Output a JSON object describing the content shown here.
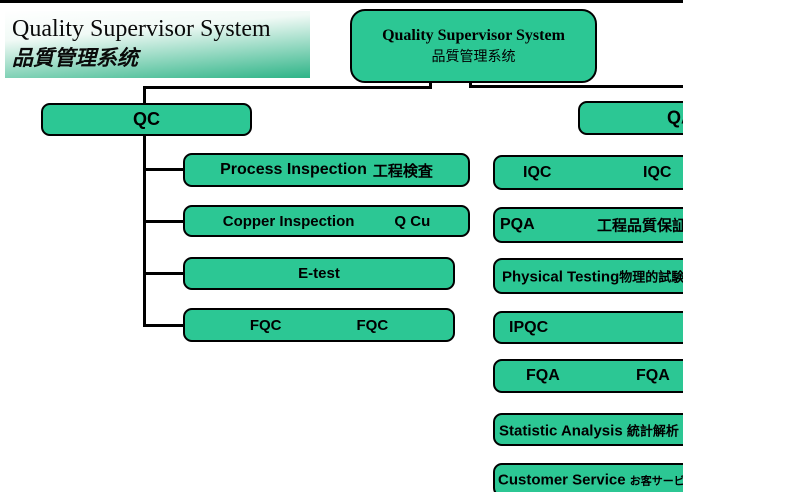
{
  "colors": {
    "node_green": "#2cc794",
    "banner_gradient_end": "#2eb487",
    "connector_black": "#000000"
  },
  "banner": {
    "title_en": "Quality Supervisor System",
    "title_cjk": "品質管理系统"
  },
  "root": {
    "title_en": "Quality Supervisor System",
    "title_cjk": "品質管理系统"
  },
  "left": {
    "parent": "QC",
    "children": [
      {
        "en": "Process Inspection",
        "cjk": "工程検査"
      },
      {
        "en": "Copper Inspection",
        "code": "Q Cu"
      },
      {
        "en": "E-test"
      },
      {
        "en": "FQC",
        "code": "FQC"
      }
    ]
  },
  "right": {
    "parent": "QA",
    "children": [
      {
        "en": "IQC",
        "code": "IQC"
      },
      {
        "en": "PQA",
        "cjk": "工程品質保証"
      },
      {
        "en": "Physical Testing",
        "cjk": "物理的試験"
      },
      {
        "en": "IPQC"
      },
      {
        "en": "FQA",
        "code": "FQA"
      },
      {
        "en": "Statistic Analysis",
        "cjk": "統計解析"
      },
      {
        "en": "Customer Service",
        "cjk": "お客サービス"
      }
    ]
  }
}
